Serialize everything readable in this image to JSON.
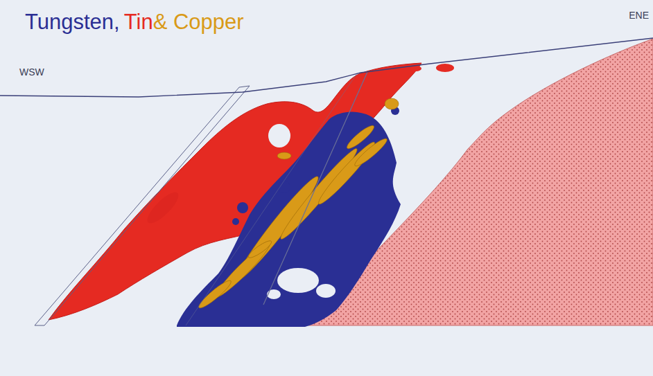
{
  "diagram": {
    "labels": [
      "WSW",
      "ENE"
    ],
    "legend": [
      {
        "text": "Tungsten,",
        "color": "#2a2f94"
      },
      {
        "text": "Tin",
        "color": "#e52a22"
      },
      {
        "text": "& Copper",
        "color": "#d99a18"
      }
    ]
  }
}
